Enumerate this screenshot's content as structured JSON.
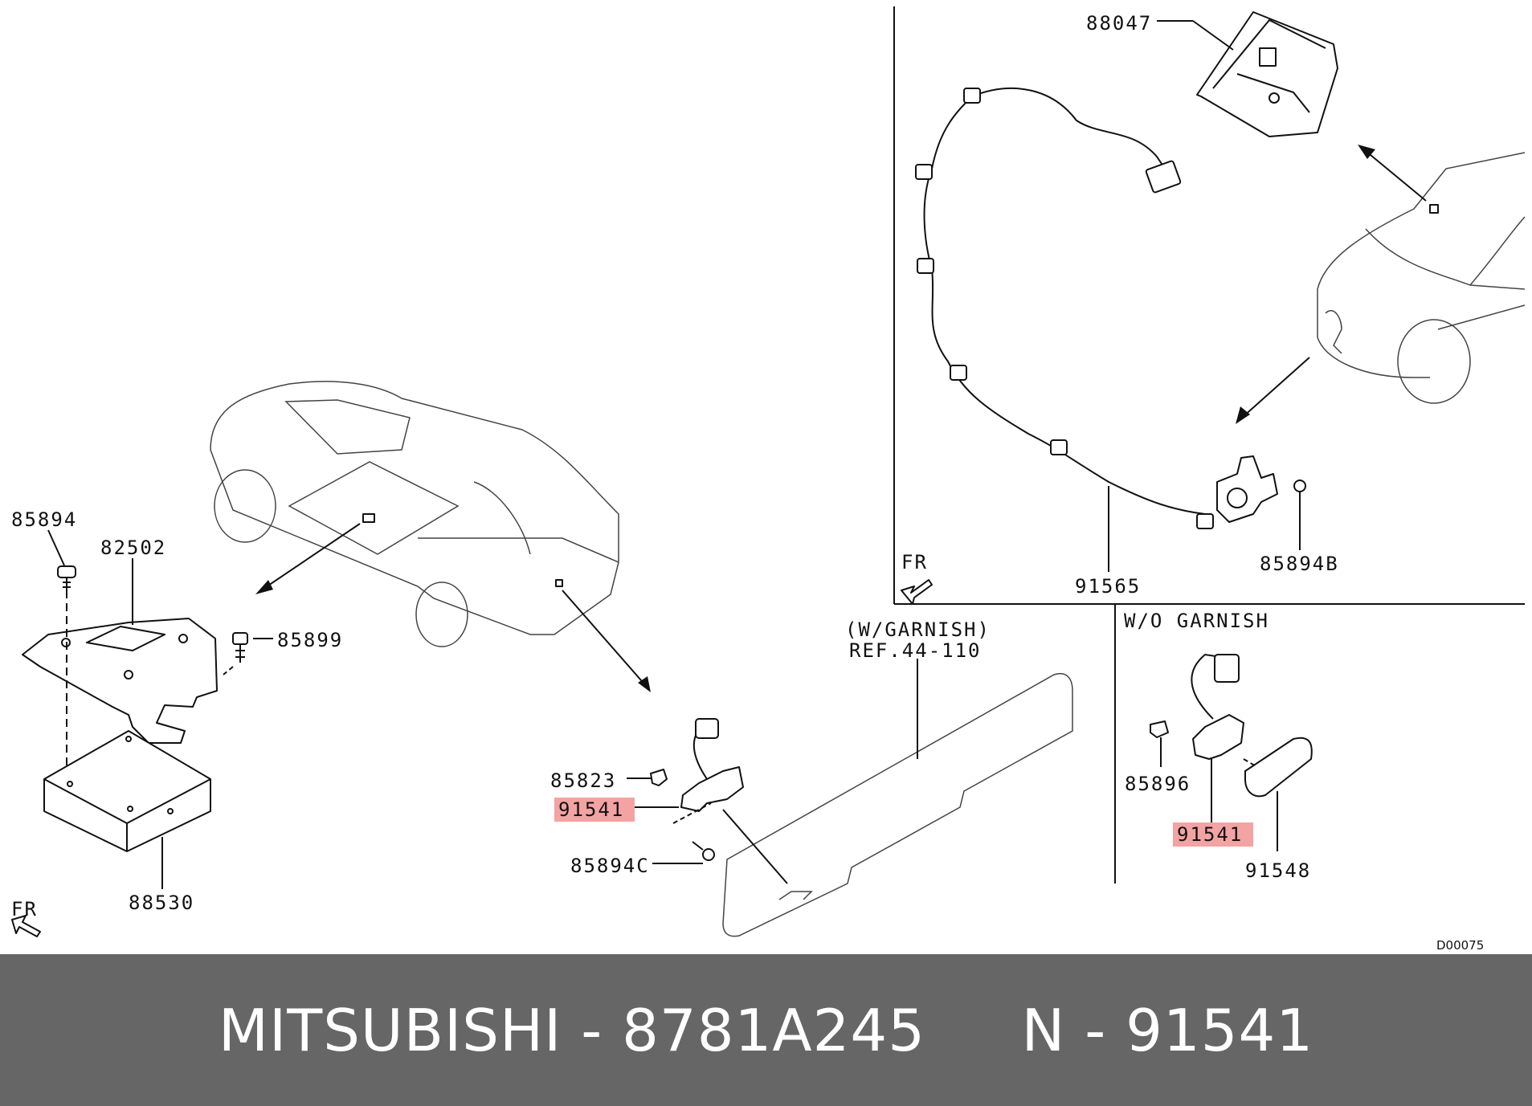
{
  "labels": {
    "p85894": "85894",
    "p82502": "82502",
    "p85899": "85899",
    "p88530": "88530",
    "p88047": "88047",
    "p91565": "91565",
    "p85894b": "85894B",
    "p85823": "85823",
    "p91541_left": "91541",
    "p85894c": "85894C",
    "w_garnish": "(W/GARNISH)",
    "ref": "REF.44-110",
    "wo_garnish": "W/O GARNISH",
    "p85896": "85896",
    "p91541_right": "91541",
    "p91548": "91548",
    "fr_left": "FR",
    "fr_inset": "FR",
    "diagram_code": "D00075"
  },
  "footer": {
    "brand": "MITSUBISHI",
    "part_number": "8781A245",
    "position_prefix": "N",
    "position_code": "91541"
  },
  "colors": {
    "highlight": "#f3a3a3",
    "footer_bg": "#666666",
    "footer_text": "#ffffff"
  }
}
